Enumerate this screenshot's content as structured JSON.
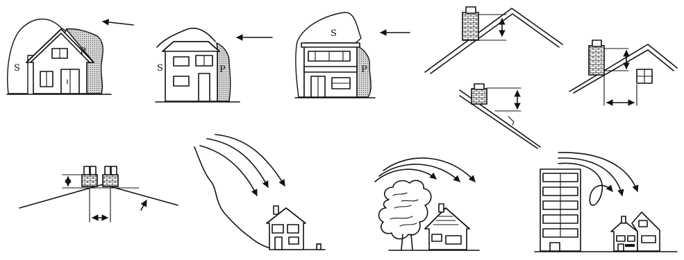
{
  "figure": {
    "house_labels": {
      "pitched_house": {
        "left_zone": "S",
        "right_zone": "P"
      },
      "two_storey_house": {
        "left_zone": "S",
        "right_zone": "P"
      },
      "flat_roof_house": {
        "top_zone": "S",
        "right_zone": "P"
      }
    }
  },
  "colors": {
    "line": "#111111",
    "shade": "url(#dots)",
    "background": "#ffffff"
  }
}
